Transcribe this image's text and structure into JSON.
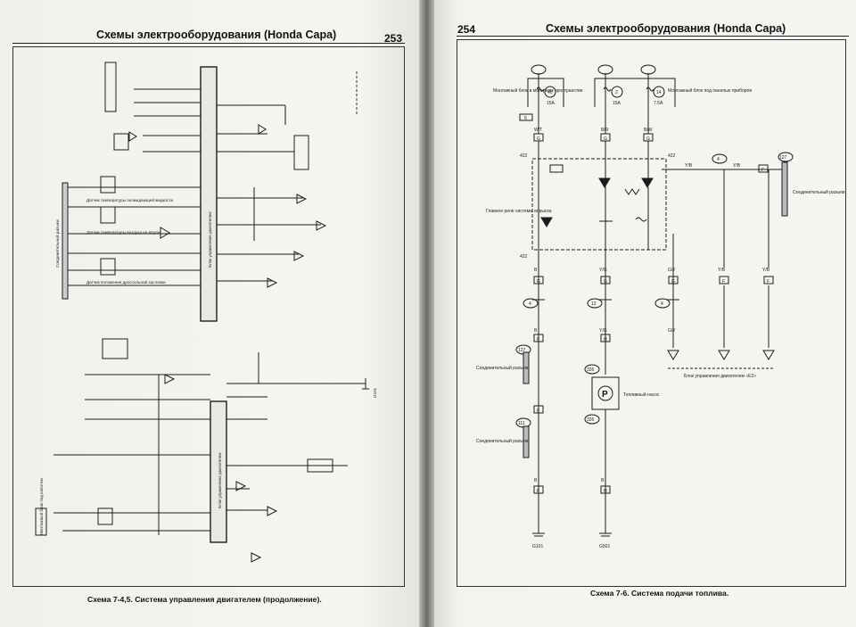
{
  "left_page": {
    "header": "Схемы электрооборудования (Honda Capa)",
    "page_number": "253",
    "caption": "Схема 7-4,5. Система управления двигателем (продолжение).",
    "labels": {
      "throttle_sensor": "Датчик положения дроссельной заслонки",
      "coolant_sensor": "Датчик температуры охлаждающей жидкости",
      "intake_air_sensor": "Датчик температуры воздуха на впуске",
      "ecu": "Блок управления двигателем",
      "connector": "Соединительный разъем",
      "ecu_lower": "Блок управления двигателем",
      "alt_fuse": "Монтажный блок под капотом",
      "ground_1": "G101"
    }
  },
  "right_page": {
    "header": "Схемы электрооборудования (Honda Capa)",
    "page_number": "254",
    "caption": "Схема 7-6. Система подачи топлива.",
    "fuse_block_hood": "Монтажный блок в моторном пространстве",
    "fuse_block_dash": "Монтажный блок под панелью приборов",
    "fuse_40_id": "40",
    "fuse_40_val": "15A",
    "fuse_2_id": "2",
    "fuse_2_val": "15A",
    "fuse_14_id": "14",
    "fuse_14_val": "7.5A",
    "relay": "Главное реле системы впрыска",
    "connector_right": "Соединительный разъем",
    "connector_left_1": "Соединительный разъем",
    "connector_left_2": "Соединительный разъем",
    "fuel_pump": "Топливный насос",
    "pump_symbol": "P",
    "ecu_bracket": "Блок управления двигателем «Е2»",
    "ground_1": "G101",
    "ground_2": "G501",
    "wire_wt": "W/T",
    "wire_br": "B/R",
    "wire_bw": "B/W",
    "wire_yb": "Y/B",
    "wire_yg": "Y/G",
    "wire_gy": "G/Y",
    "wire_b": "B",
    "term_g": "G",
    "term_f": "F",
    "term_h": "H",
    "conn_4": "4",
    "conn_12": "12",
    "conn_5": "5",
    "conn_127": "127",
    "conn_111": "111",
    "conn_422": "422",
    "conn_326": "326"
  }
}
